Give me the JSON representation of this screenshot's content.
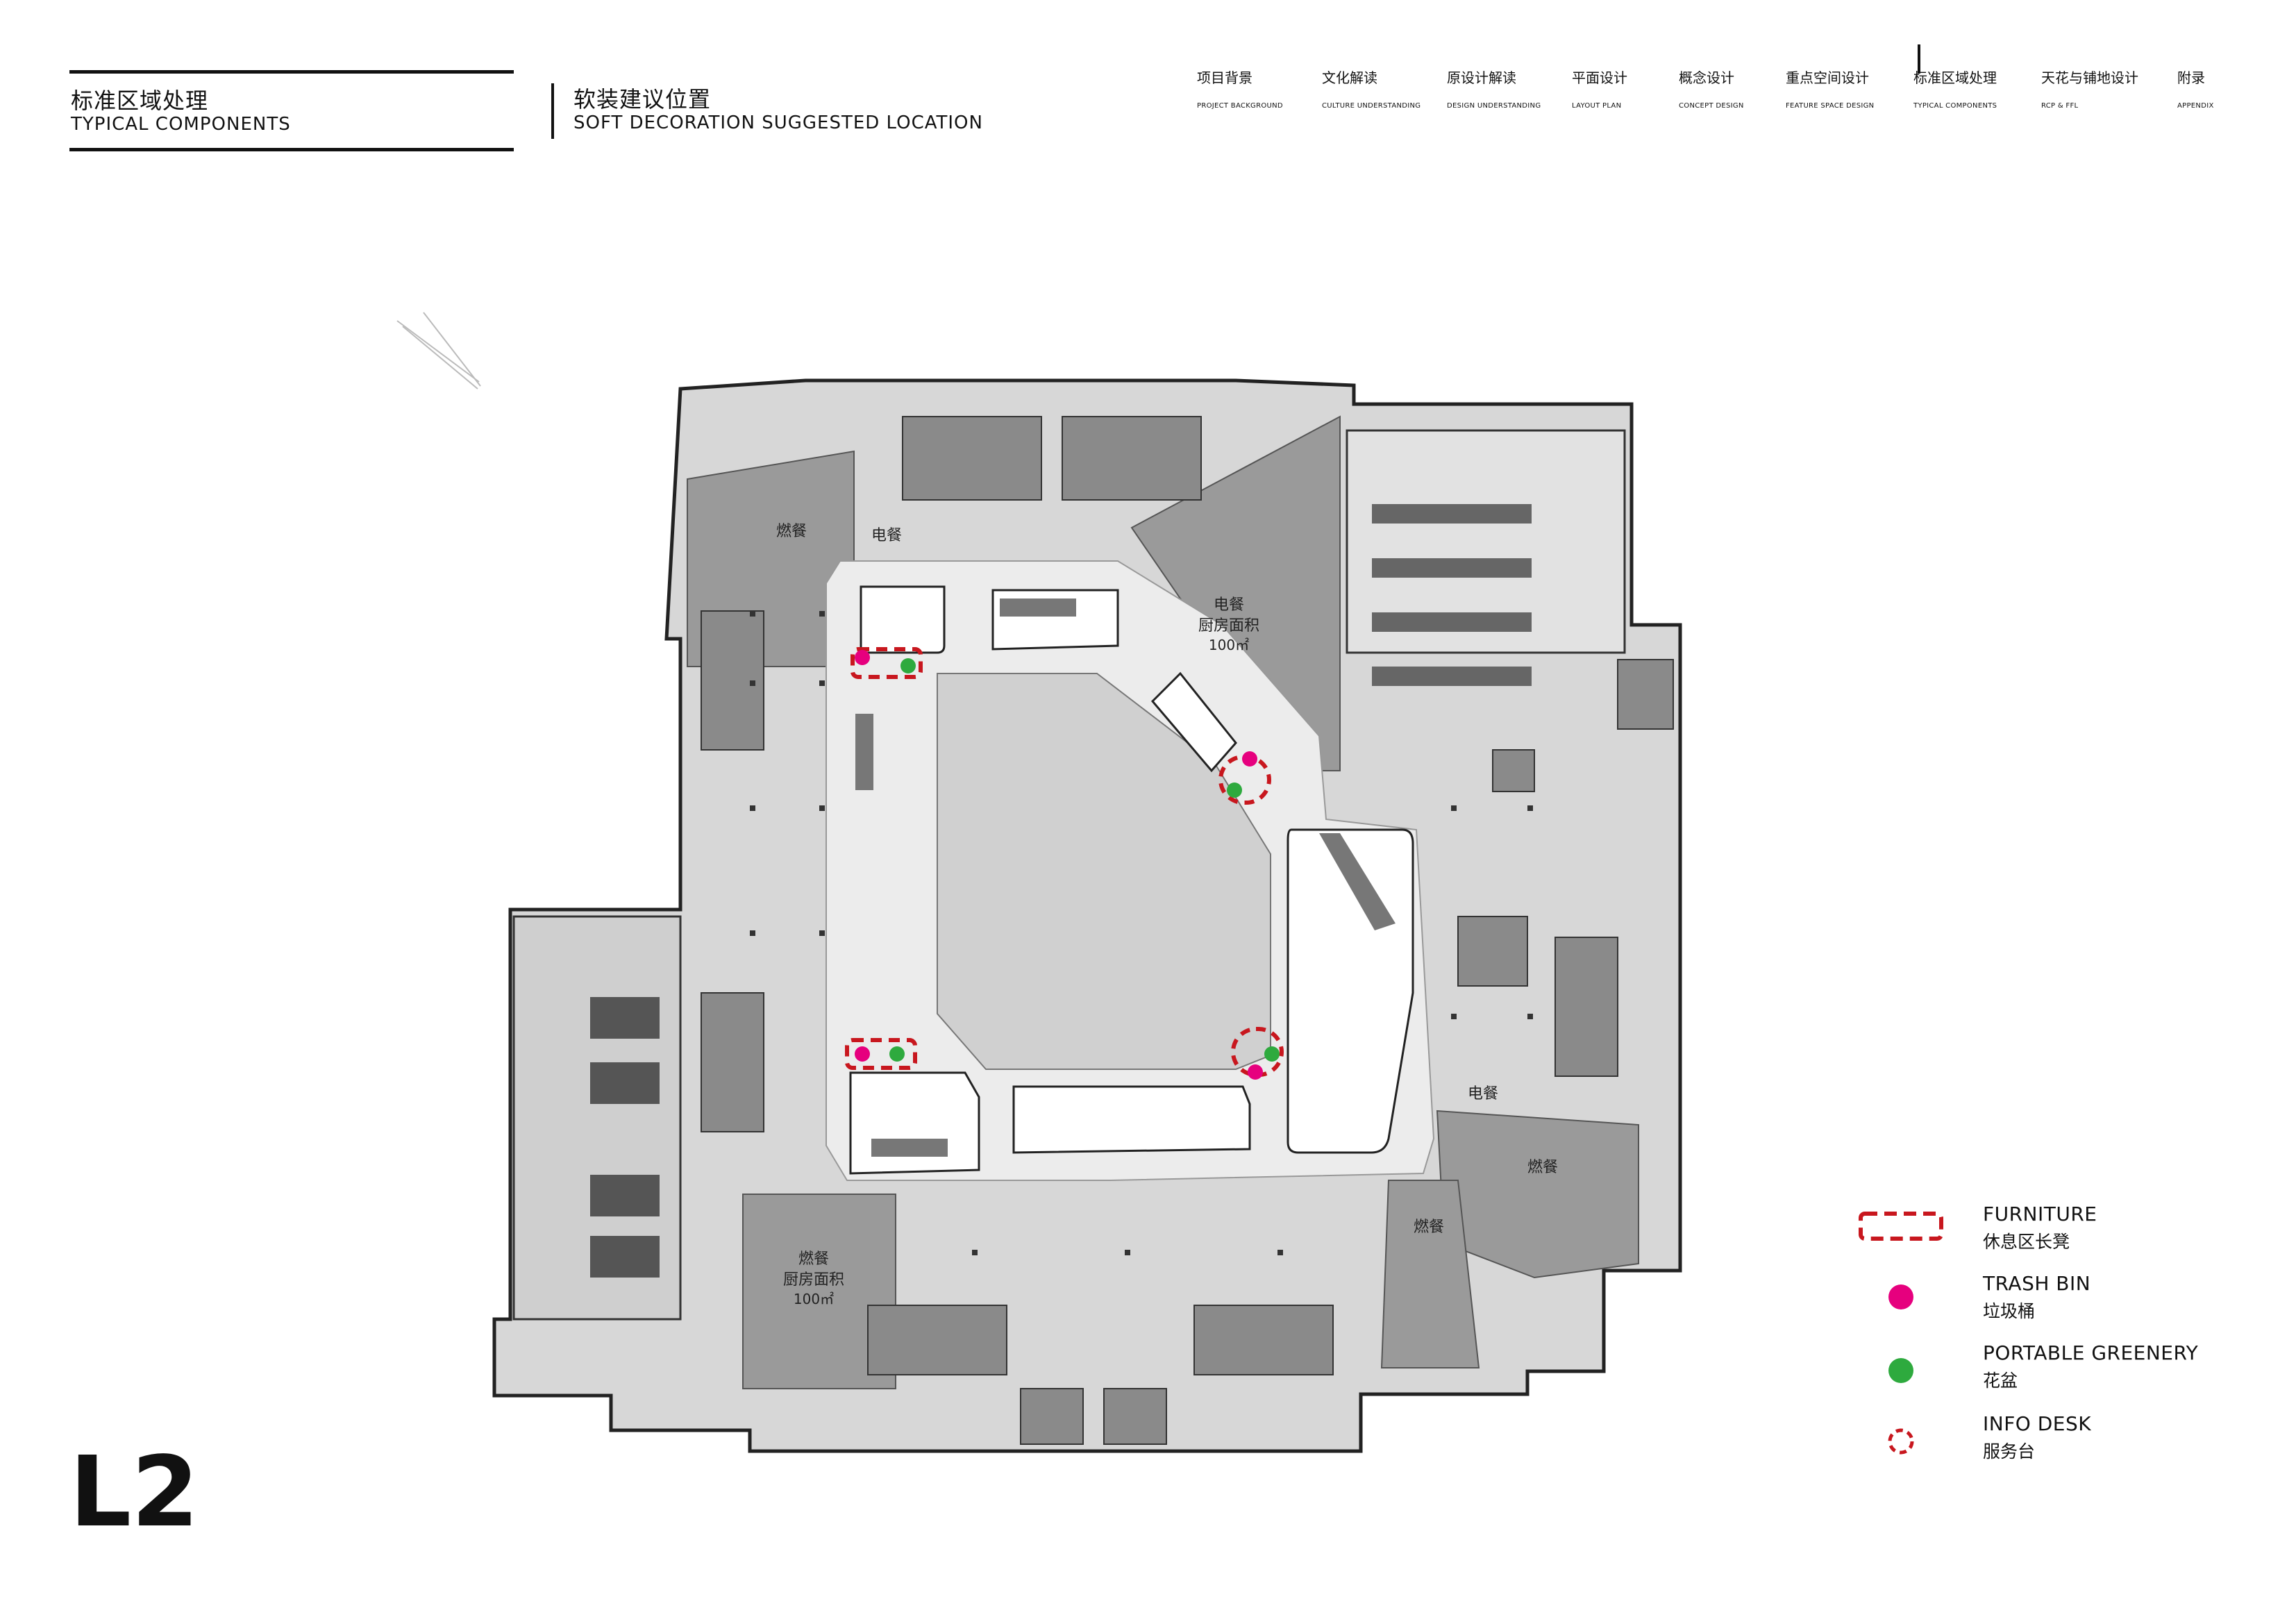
{
  "header": {
    "section_cn": "标准区域处理",
    "section_en": "TYPICAL COMPONENTS",
    "page_cn": "软装建议位置",
    "page_en": "SOFT DECORATION SUGGESTED LOCATION"
  },
  "nav": [
    {
      "cn": "项目背景",
      "en": "PROJECT BACKGROUND"
    },
    {
      "cn": "文化解读",
      "en": "CULTURE UNDERSTANDING"
    },
    {
      "cn": "原设计解读",
      "en": "DESIGN UNDERSTANDING"
    },
    {
      "cn": "平面设计",
      "en": "LAYOUT PLAN"
    },
    {
      "cn": "概念设计",
      "en": "CONCEPT DESIGN"
    },
    {
      "cn": "重点空间设计",
      "en": "FEATURE SPACE DESIGN"
    },
    {
      "cn": "标准区域处理",
      "en": "TYPICAL COMPONENTS",
      "active": true
    },
    {
      "cn": "天花与铺地设计",
      "en": "RCP & FFL"
    },
    {
      "cn": "附录",
      "en": "APPENDIX"
    }
  ],
  "plan": {
    "rooms": {
      "gas_dining_nw": "燃餐",
      "elec_dining_n": "电餐",
      "elec_dining_ne": "电餐",
      "kitchen_area_ne": "厨房面积",
      "kitchen_size_ne": "100㎡",
      "gas_dining_sw": "燃餐",
      "kitchen_area_sw": "厨房面积",
      "kitchen_size_sw": "100㎡",
      "elec_dining_e": "电餐",
      "gas_dining_e": "燃餐",
      "gas_dining_se": "燃餐"
    },
    "colors": {
      "furniture": "#c8171e",
      "trash_bin": "#e6007e",
      "greenery": "#2eaa3e",
      "info_desk": "#c8171e"
    }
  },
  "legend": {
    "furniture_en": "FURNITURE",
    "furniture_cn": "休息区长凳",
    "trash_en": "TRASH BIN",
    "trash_cn": "垃圾桶",
    "greenery_en": "PORTABLE GREENERY",
    "greenery_cn": "花盆",
    "info_en": "INFO DESK",
    "info_cn": "服务台"
  },
  "floor": "L2"
}
